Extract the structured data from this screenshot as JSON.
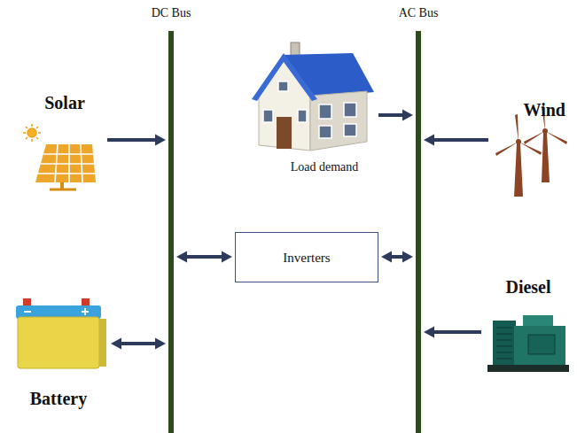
{
  "diagram": {
    "nodes": [
      {
        "text": [
          "DC Bus"
        ]
      },
      {
        "text": [
          "AC Bus"
        ]
      },
      {
        "text": [
          "Solar"
        ]
      },
      {
        "text": [
          "Load demand"
        ]
      },
      {
        "text": [
          "Wind"
        ]
      },
      {
        "text": [
          "Inverters"
        ]
      },
      {
        "text": [
          "Battery"
        ]
      },
      {
        "text": [
          "Diesel"
        ]
      }
    ],
    "edges": [
      {
        "from": 2,
        "to": 0,
        "arrow": "to"
      },
      {
        "from": 3,
        "to": 1,
        "arrow": "to"
      },
      {
        "from": 4,
        "to": 1,
        "arrow": "to"
      },
      {
        "from": 0,
        "to": 5,
        "arrow": "both"
      },
      {
        "from": 5,
        "to": 1,
        "arrow": "both"
      },
      {
        "from": 6,
        "to": 0,
        "arrow": "both"
      },
      {
        "from": 7,
        "to": 1,
        "arrow": "to"
      }
    ]
  }
}
